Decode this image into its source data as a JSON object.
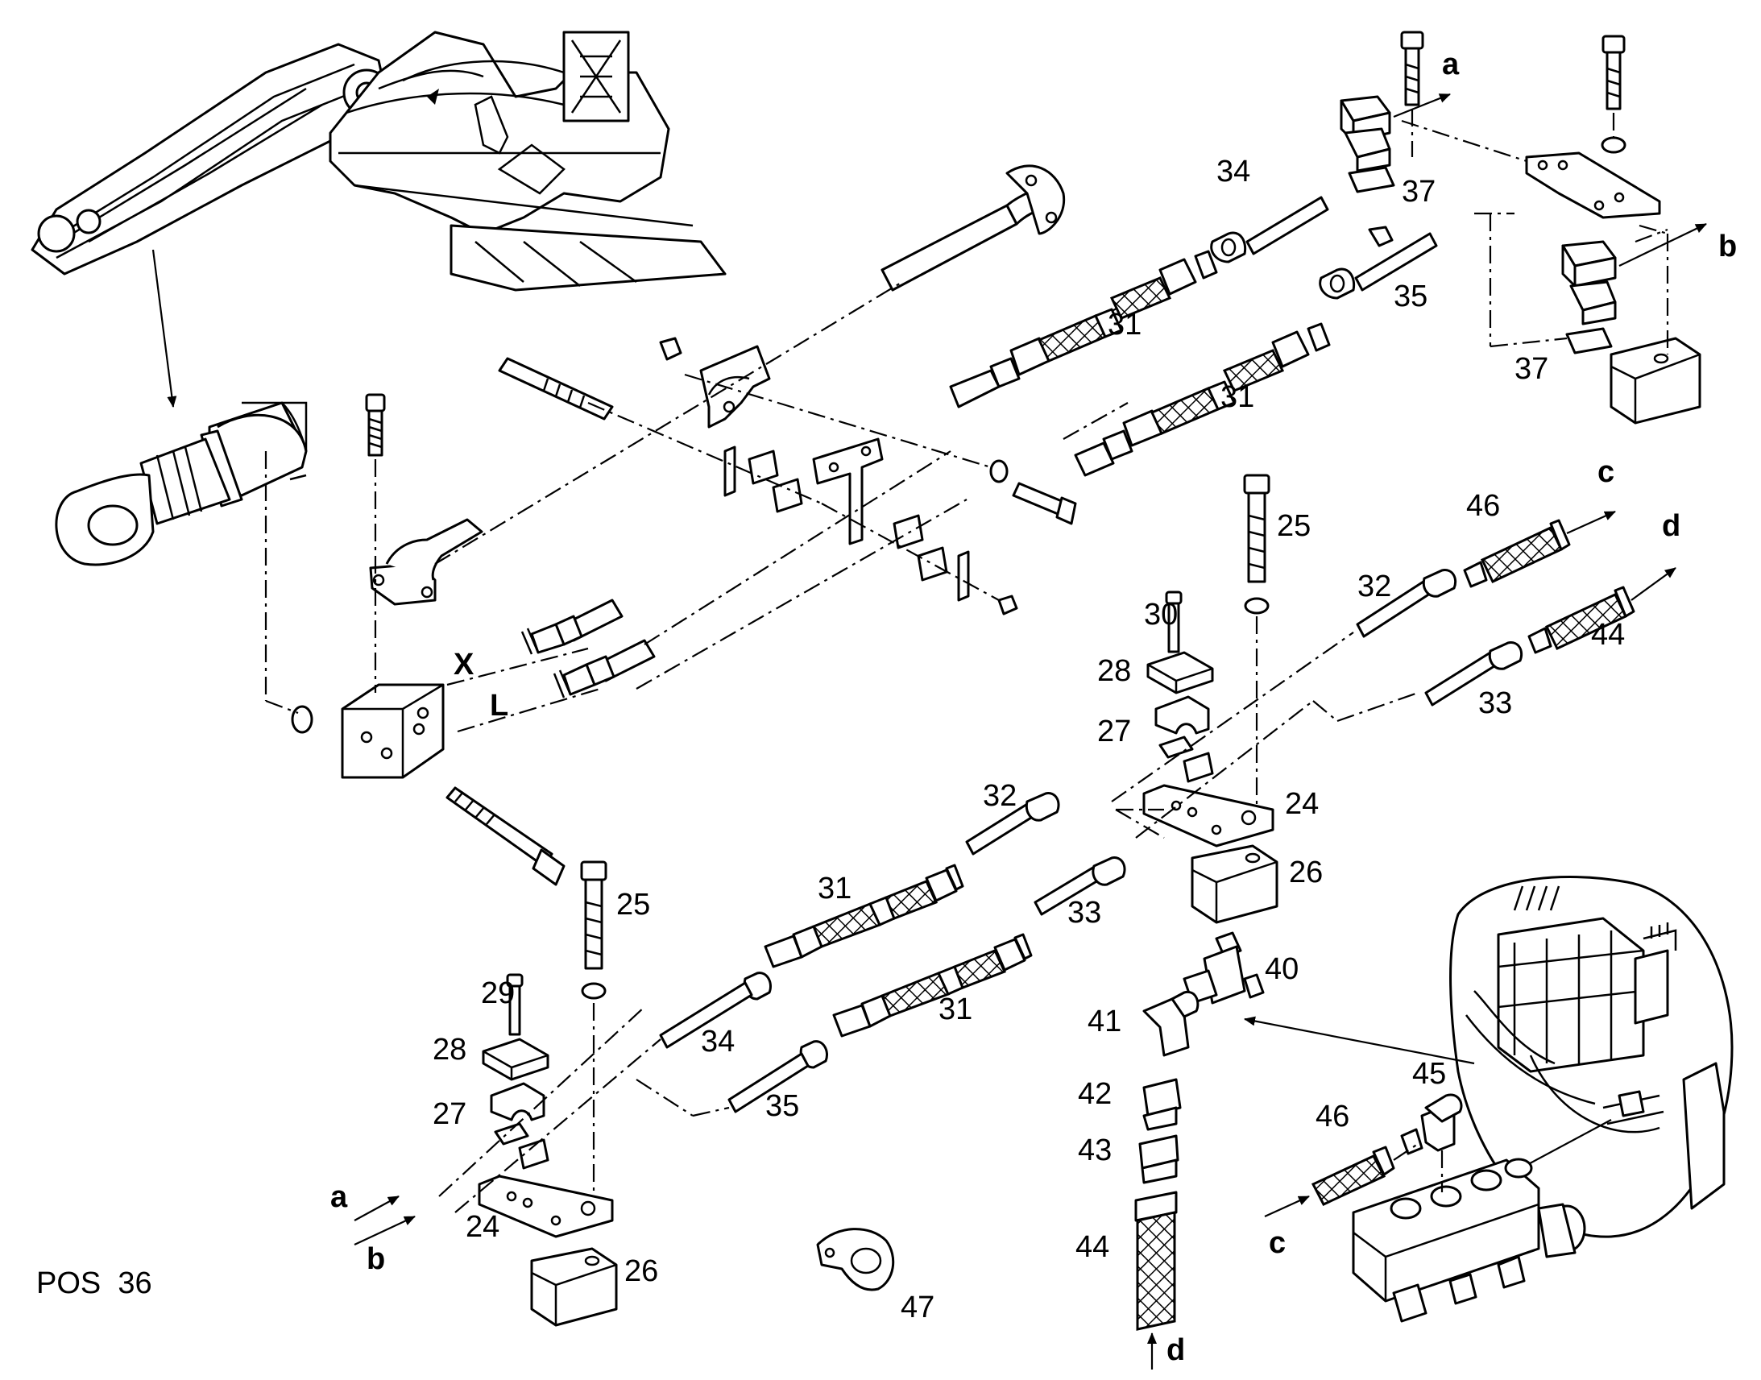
{
  "diagram": {
    "footer_label": "POS  36",
    "part_numbers": {
      "p24a": "24",
      "p24b": "24",
      "p25a": "25",
      "p25b": "25",
      "p26a": "26",
      "p26b": "26",
      "p27a": "27",
      "p27b": "27",
      "p28a": "28",
      "p28b": "28",
      "p29": "29",
      "p30": "30",
      "p31a": "31",
      "p31b": "31",
      "p31c": "31",
      "p31d": "31",
      "p32a": "32",
      "p32b": "32",
      "p33a": "33",
      "p33b": "33",
      "p34a": "34",
      "p34b": "34",
      "p35a": "35",
      "p35b": "35",
      "p37a": "37",
      "p37b": "37",
      "p40": "40",
      "p41": "41",
      "p42": "42",
      "p43": "43",
      "p44a": "44",
      "p44b": "44",
      "p45": "45",
      "p46a": "46",
      "p46b": "46",
      "p47": "47"
    },
    "port_labels": {
      "x": "X",
      "l": "L"
    },
    "connection_letters": {
      "a_top": "a",
      "b_top": "b",
      "c_top": "c",
      "d_top": "d",
      "a_bottom": "a",
      "b_bottom": "b",
      "c_bottom": "c",
      "d_bottom": "d"
    }
  }
}
